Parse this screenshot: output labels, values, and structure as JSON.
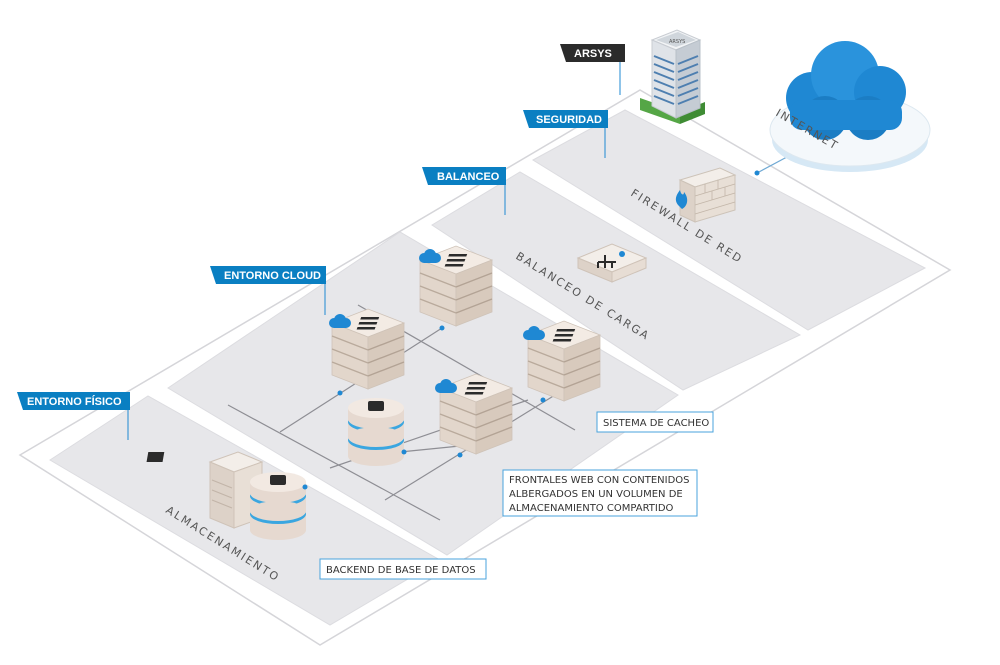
{
  "tags": {
    "arsys": "ARSYS",
    "seguridad": "SEGURIDAD",
    "balanceo": "BALANCEO",
    "entorno_cloud": "ENTORNO CLOUD",
    "entorno_fisico": "ENTORNO FÍSICO"
  },
  "planes": {
    "firewall": "FIREWALL DE RED",
    "balanceo_carga": "BALANCEO DE CARGA",
    "almacenamiento": "ALMACENAMIENTO",
    "internet": "INTERNET"
  },
  "callouts": {
    "cacheo": "SISTEMA DE CACHEO",
    "frontales": [
      "FRONTALES WEB CON CONTENIDOS",
      "ALBERGADOS EN UN VOLUMEN DE",
      "ALMACENAMIENTO COMPARTIDO"
    ],
    "backend": "BACKEND DE BASE DE DATOS"
  },
  "building_sign": "ARSYS",
  "colors": {
    "tag_blue": "#0a7fc2",
    "tag_dark": "#2b2b2b",
    "plane_fill": "#e7e7ea",
    "cloud_blue": "#2a8fd6",
    "cylinder_band": "#3aa6e0",
    "server_tan": "#e8ddd4"
  }
}
